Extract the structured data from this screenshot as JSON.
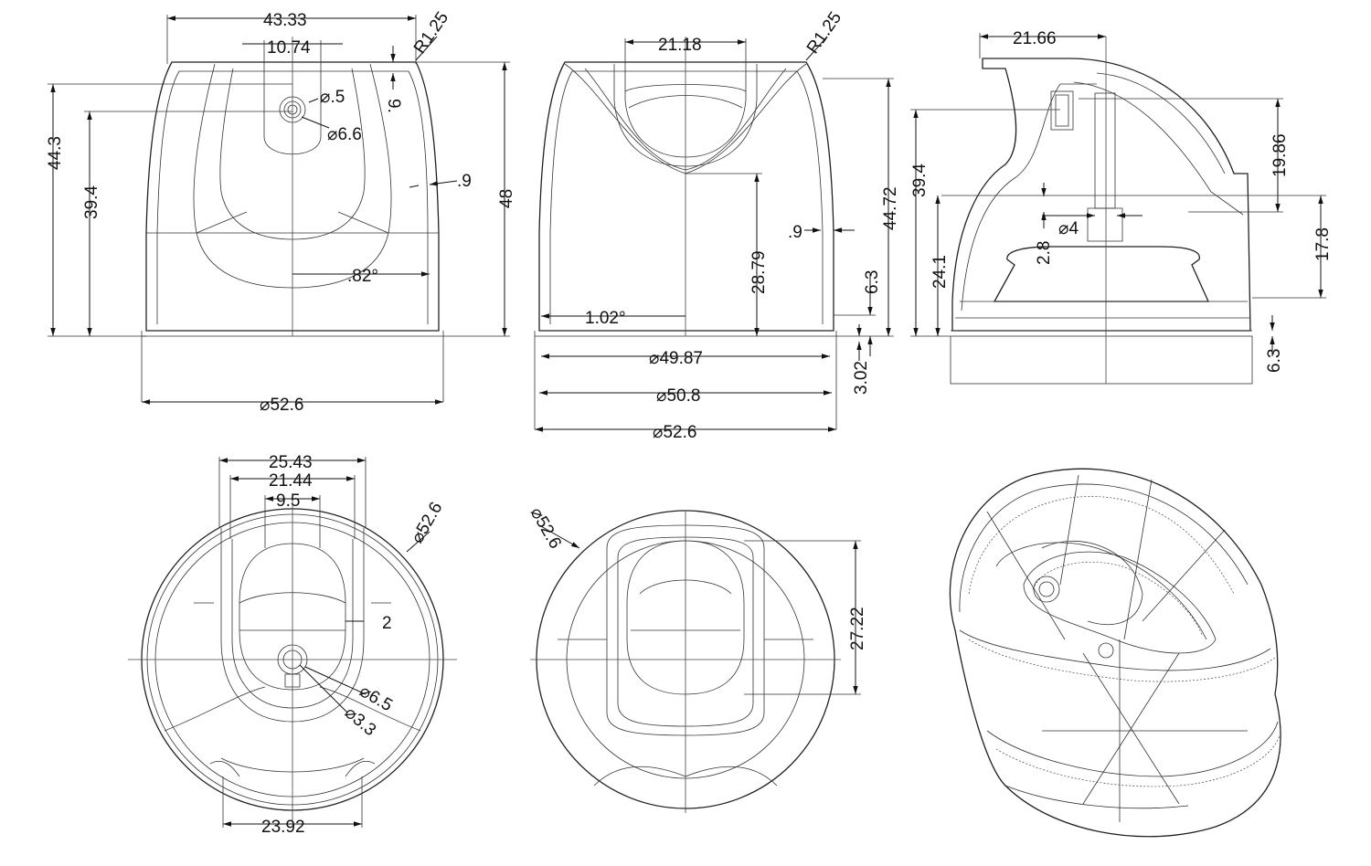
{
  "front_view": {
    "d1": "43.33",
    "d2": "10.74",
    "d3": "R1.25",
    "d4": "9.",
    "d5": "⌀.5",
    "d6": "⌀6.6",
    "d7": "44.3",
    "d8": "39.4",
    "d9": ".9",
    "d10": ".82°",
    "d11": "48",
    "d12": "⌀52.6"
  },
  "side_view": {
    "d1": "21.18",
    "d2": "R1.25",
    "d3": "28.79",
    "d4": ".9",
    "d5": "44.72",
    "d6": "6.3",
    "d7": "1.02°",
    "d8": "⌀49.87",
    "d9": "⌀50.8",
    "d10": "3.02",
    "d11": "⌀52.6"
  },
  "section_view": {
    "d1": "21.66",
    "d2": "39.4",
    "d3": "19.86",
    "d4": "⌀4",
    "d5": "2.8",
    "d6": "17.8",
    "d7": "24.1",
    "d8": "6.3"
  },
  "bottom_view": {
    "d1": "25.43",
    "d2": "21.44",
    "d3": "9.5",
    "d4": "⌀52.6",
    "d5": "2",
    "d6": "⌀6.5",
    "d7": "⌀3.3",
    "d8": "23.92"
  },
  "top_view": {
    "d1": "⌀52.6",
    "d2": "27.22"
  }
}
